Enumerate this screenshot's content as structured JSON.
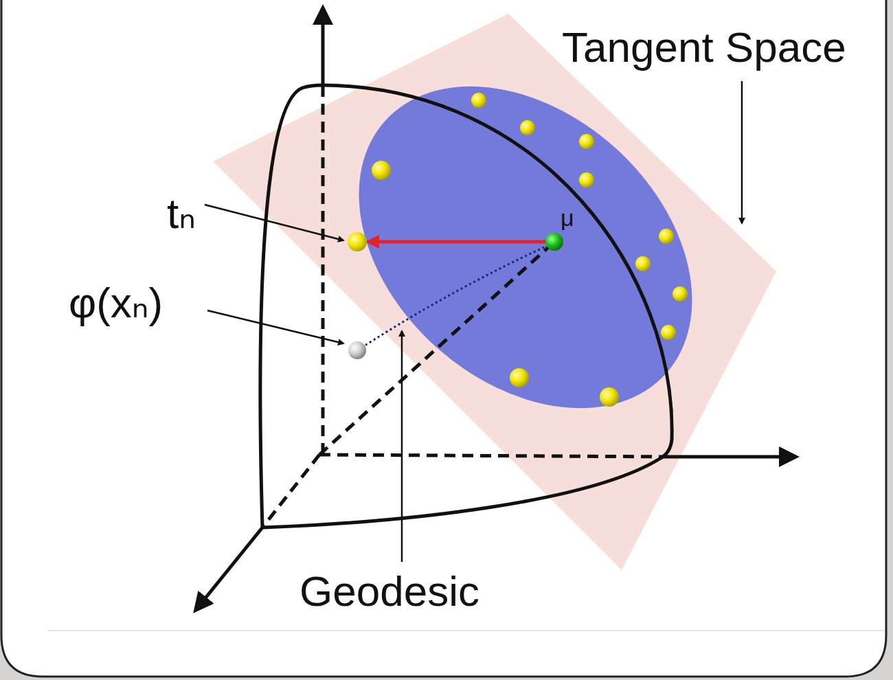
{
  "diagram": {
    "labels": [
      "Tangent Space",
      "tₙ",
      "φ(xₙ)",
      "μ",
      "Geodesic"
    ]
  }
}
